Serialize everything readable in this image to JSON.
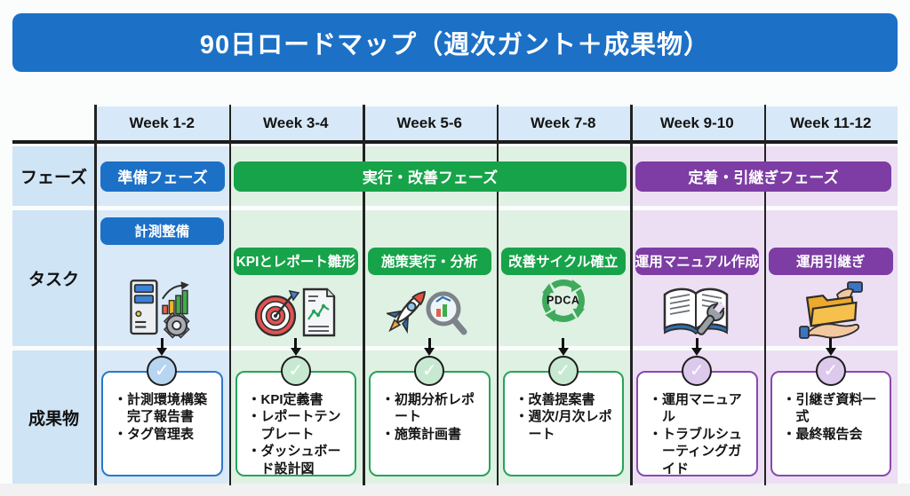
{
  "title": "90日ロードマップ（週次ガント＋成果物）",
  "colors": {
    "accent_blue": "#1c70c6",
    "accent_green": "#17a349",
    "accent_purple": "#7d3da4",
    "tint_blue": "#d9e9f8",
    "tint_green": "#dff1e3",
    "tint_purple": "#ecdff4"
  },
  "header": {
    "weeks": [
      "Week 1-2",
      "Week 3-4",
      "Week 5-6",
      "Week 7-8",
      "Week 9-10",
      "Week 11-12"
    ],
    "row_labels": {
      "phase": "フェーズ",
      "task": "タスク",
      "deliverable": "成果物"
    }
  },
  "phases": [
    {
      "label": "準備フェーズ",
      "weeks": "Week 1-2",
      "color": "blue"
    },
    {
      "label": "実行・改善フェーズ",
      "weeks": "Week 3-8",
      "color": "green"
    },
    {
      "label": "定着・引継ぎフェーズ",
      "weeks": "Week 9-12",
      "color": "purple"
    }
  ],
  "tasks": [
    {
      "label": "計測整備",
      "icon": "server-chart-gear-icon",
      "color": "blue"
    },
    {
      "label": "KPIとレポート雛形",
      "icon": "target-report-icon",
      "color": "green"
    },
    {
      "label": "施策実行・分析",
      "icon": "rocket-magnifier-icon",
      "color": "green"
    },
    {
      "label": "改善サイクル確立",
      "icon": "pdca-cycle-icon",
      "icon_label": "PDCA",
      "color": "green"
    },
    {
      "label": "運用マニュアル作成",
      "icon": "book-wrench-icon",
      "color": "purple"
    },
    {
      "label": "運用引継ぎ",
      "icon": "folder-handover-icon",
      "color": "purple"
    }
  ],
  "check_glyph": "✓",
  "deliverables": [
    {
      "items": [
        "計測環境構築完了報告書",
        "タグ管理表"
      ]
    },
    {
      "items": [
        "KPI定義書",
        "レポートテンプレート",
        "ダッシュボード設計図"
      ]
    },
    {
      "items": [
        "初期分析レポート",
        "施策計画書"
      ]
    },
    {
      "items": [
        "改善提案書",
        "週次/月次レポート"
      ]
    },
    {
      "items": [
        "運用マニュアル",
        "トラブルシューティングガイド"
      ]
    },
    {
      "items": [
        "引継ぎ資料一式",
        "最終報告会"
      ]
    }
  ]
}
